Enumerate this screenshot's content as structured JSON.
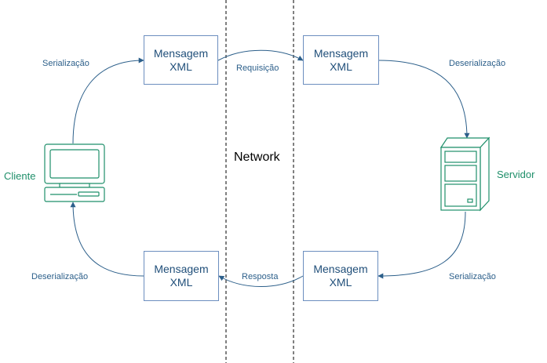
{
  "boxes": {
    "top_left": {
      "line1": "Mensagem",
      "line2": "XML"
    },
    "top_right": {
      "line1": "Mensagem",
      "line2": "XML"
    },
    "bottom_left": {
      "line1": "Mensagem",
      "line2": "XML"
    },
    "bottom_right": {
      "line1": "Mensagem",
      "line2": "XML"
    }
  },
  "edges": {
    "client_to_top_left": "Serialização",
    "top_left_to_top_right": "Requisição",
    "top_right_to_server": "Deserialização",
    "server_to_bottom_right": "Serialização",
    "bottom_right_to_bottom_left": "Resposta",
    "bottom_left_to_client": "Deserialização"
  },
  "nodes": {
    "client": "Cliente",
    "server": "Servidor"
  },
  "network_label": "Network",
  "colors": {
    "box_border": "#6c8ebf",
    "arrow": "#2c5f8a",
    "device": "#1f8f6a"
  },
  "icons": {
    "client": "computer-terminal-icon",
    "server": "server-tower-icon"
  }
}
